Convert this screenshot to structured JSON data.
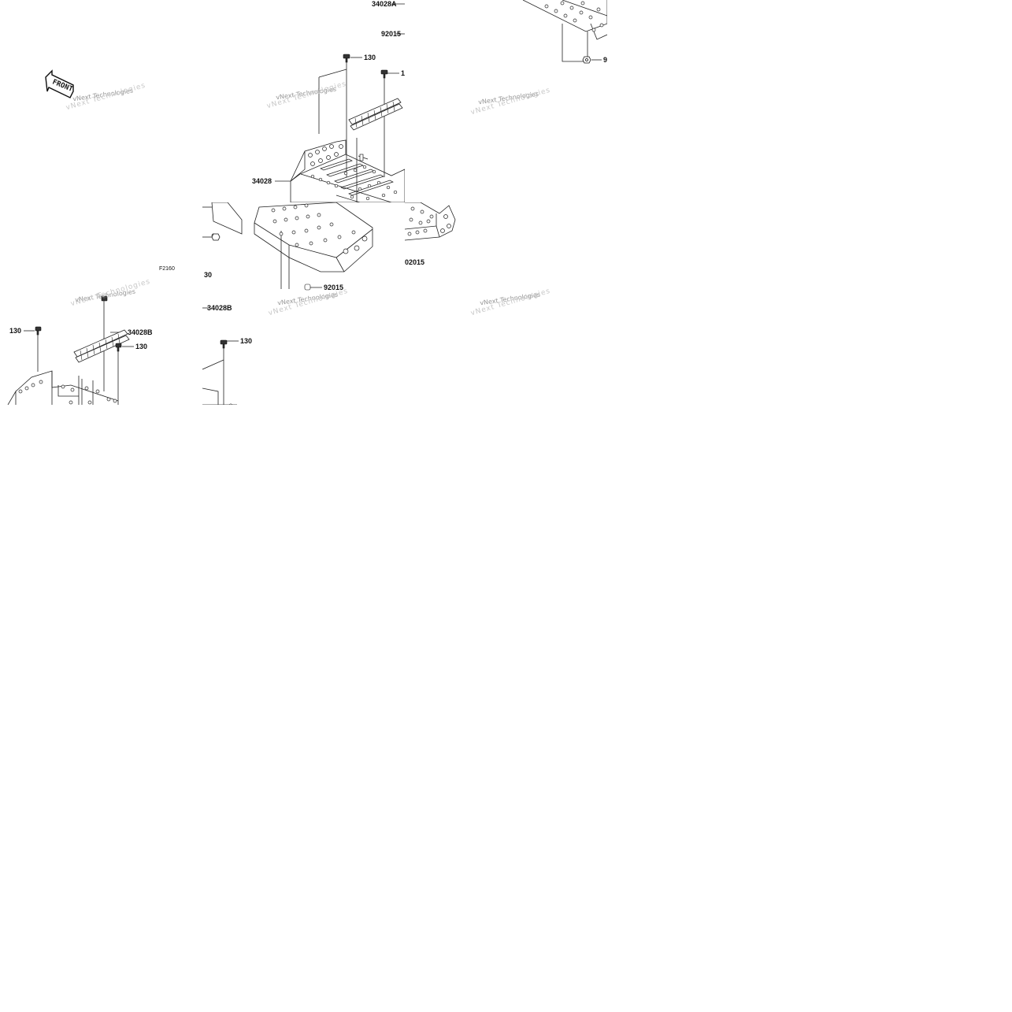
{
  "parts": {
    "p34028A": "34028A",
    "p92015_top": "92015",
    "p130_a": "130",
    "p1_cut": "1",
    "p9_cut": "9",
    "p34028": "34028",
    "p92015_center": "92015",
    "p02015_cut": "02015",
    "p30_cut": "30",
    "p34028B_left": "34028B",
    "p34028B_right": "34028B",
    "p130_b": "130",
    "p130_c": "130",
    "p130_d": "130"
  },
  "figure_code": "F2160",
  "front_label": "FRONT",
  "watermark": {
    "brand": "vNext Technologies",
    "faint": "vNext Technologies"
  },
  "icons": [
    "front-arrow-icon",
    "bolt-icon",
    "nut-icon",
    "clip-strip-icon"
  ]
}
